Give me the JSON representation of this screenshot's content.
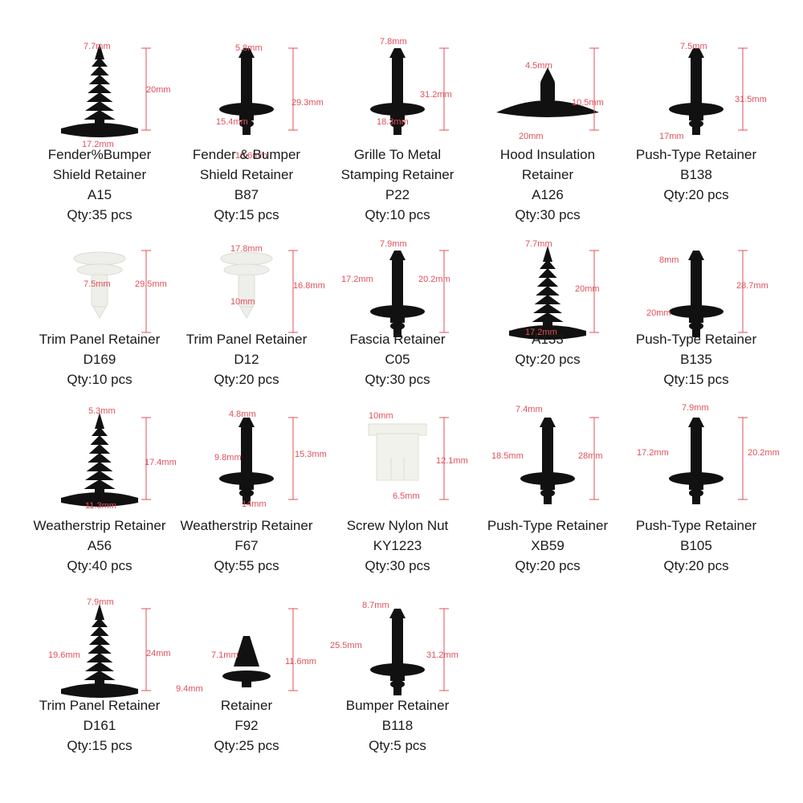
{
  "accent_color": "#e0505a",
  "part_color": "#111111",
  "white_part_color": "#eeeeea",
  "parts": [
    {
      "name": "Fender%Bumper",
      "name2": "Shield Retainer",
      "code": "A15",
      "qty": "Qty:35 pcs",
      "style": "tree-black",
      "dims": [
        "7.7mm",
        "20mm",
        "17.2mm"
      ]
    },
    {
      "name": "Fender & Bumper",
      "name2": "Shield Retainer",
      "code": "B87",
      "qty": "Qty:15 pcs",
      "style": "push-black",
      "dims": [
        "5.8mm",
        "29.3mm",
        "15.4mm",
        "10.6mm"
      ]
    },
    {
      "name": "Grille To Metal",
      "name2": "Stamping Retainer",
      "code": "P22",
      "qty": "Qty:10 pcs",
      "style": "push-black",
      "dims": [
        "7.8mm",
        "31.2mm",
        "18.3mm"
      ]
    },
    {
      "name": "Hood Insulation",
      "name2": "Retainer",
      "code": "A126",
      "qty": "Qty:30 pcs",
      "style": "dome-black",
      "dims": [
        "4.5mm",
        "10.5mm",
        "20mm"
      ]
    },
    {
      "name": "Push-Type Retainer",
      "name2": "",
      "code": "B138",
      "qty": "Qty:20 pcs",
      "style": "push-black",
      "dims": [
        "7.5mm",
        "31.5mm",
        "17mm"
      ]
    },
    {
      "name": "Trim Panel Retainer",
      "name2": "",
      "code": "D169",
      "qty": "Qty:10 pcs",
      "style": "white",
      "dims": [
        "7.5mm",
        "29.5mm"
      ]
    },
    {
      "name": "Trim Panel Retainer",
      "name2": "",
      "code": "D12",
      "qty": "Qty:20 pcs",
      "style": "white",
      "dims": [
        "17.8mm",
        "16.8mm",
        "10mm"
      ]
    },
    {
      "name": "Fascia Retainer",
      "name2": "",
      "code": "C05",
      "qty": "Qty:30 pcs",
      "style": "push-black",
      "dims": [
        "7.9mm",
        "20.2mm",
        "17.2mm"
      ]
    },
    {
      "name": "",
      "name2": "",
      "code": "A133",
      "qty": "Qty:20 pcs",
      "style": "tree-black",
      "dims": [
        "7.7mm",
        "20mm",
        "17.2mm"
      ]
    },
    {
      "name": "Push-Type Retainer",
      "name2": "",
      "code": "B135",
      "qty": "Qty:15 pcs",
      "style": "push-black",
      "dims": [
        "8mm",
        "28.7mm",
        "20mm"
      ]
    },
    {
      "name": "Weatherstrip Retainer",
      "name2": "",
      "code": "A56",
      "qty": "Qty:40 pcs",
      "style": "tree-black",
      "dims": [
        "5.3mm",
        "17.4mm",
        "11.3mm"
      ]
    },
    {
      "name": "Weatherstrip Retainer",
      "name2": "",
      "code": "F67",
      "qty": "Qty:55 pcs",
      "style": "push-black",
      "dims": [
        "4.8mm",
        "15.3mm",
        "9.8mm",
        "14mm"
      ]
    },
    {
      "name": "Screw Nylon Nut",
      "name2": "",
      "code": "KY1223",
      "qty": "Qty:30 pcs",
      "style": "nut-white",
      "dims": [
        "10mm",
        "12.1mm",
        "6.5mm"
      ]
    },
    {
      "name": "Push-Type Retainer",
      "name2": "",
      "code": "XB59",
      "qty": "Qty:20 pcs",
      "style": "push-black",
      "dims": [
        "7.4mm",
        "28mm",
        "18.5mm"
      ]
    },
    {
      "name": "Push-Type Retainer",
      "name2": "",
      "code": "B105",
      "qty": "Qty:20 pcs",
      "style": "push-black",
      "dims": [
        "7.9mm",
        "20.2mm",
        "17.2mm"
      ]
    },
    {
      "name": "Trim Panel Retainer",
      "name2": "",
      "code": "D161",
      "qty": "Qty:15 pcs",
      "style": "tree-black",
      "dims": [
        "7.9mm",
        "24mm",
        "19.6mm"
      ]
    },
    {
      "name": "Retainer",
      "name2": "",
      "code": "F92",
      "qty": "Qty:25 pcs",
      "style": "clip-black",
      "dims": [
        "7.1mm",
        "11.6mm",
        "9.4mm"
      ]
    },
    {
      "name": "Bumper Retainer",
      "name2": "",
      "code": "B118",
      "qty": "Qty:5 pcs",
      "style": "push-black",
      "dims": [
        "8.7mm",
        "31.2mm",
        "25.5mm"
      ]
    }
  ]
}
